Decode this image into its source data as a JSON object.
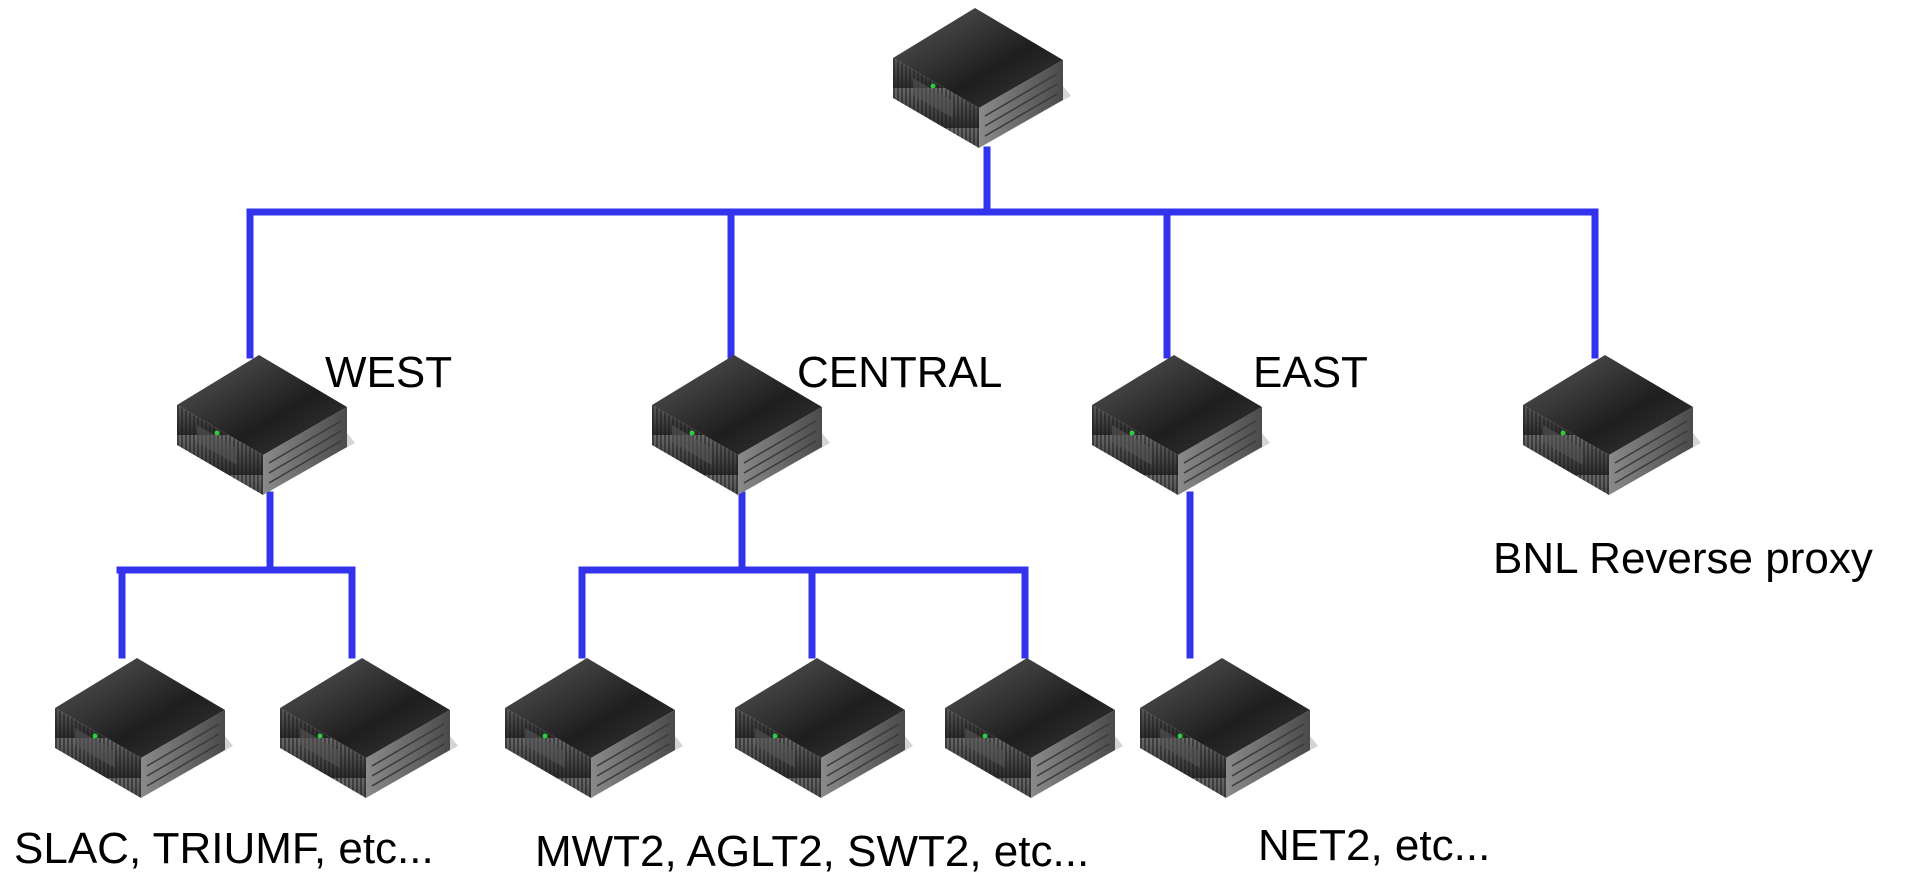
{
  "colors": {
    "link": "#3333ee",
    "server_top": "#2e2e2e",
    "server_front": "#4a4a4a",
    "server_side": "#6a6a6a",
    "led": "#2ecc40",
    "shadow": "#d4d4d4"
  },
  "nodes": {
    "root": {
      "label": ""
    },
    "west": {
      "label": "WEST"
    },
    "central": {
      "label": "CENTRAL"
    },
    "east": {
      "label": "EAST"
    },
    "bnl": {
      "label": "BNL Reverse proxy"
    },
    "west_leaves": {
      "label": "SLAC, TRIUMF, etc..."
    },
    "central_leaves": {
      "label": "MWT2, AGLT2, SWT2, etc..."
    },
    "east_leaves": {
      "label": "NET2, etc..."
    }
  },
  "icons": {
    "server": "server-icon"
  }
}
